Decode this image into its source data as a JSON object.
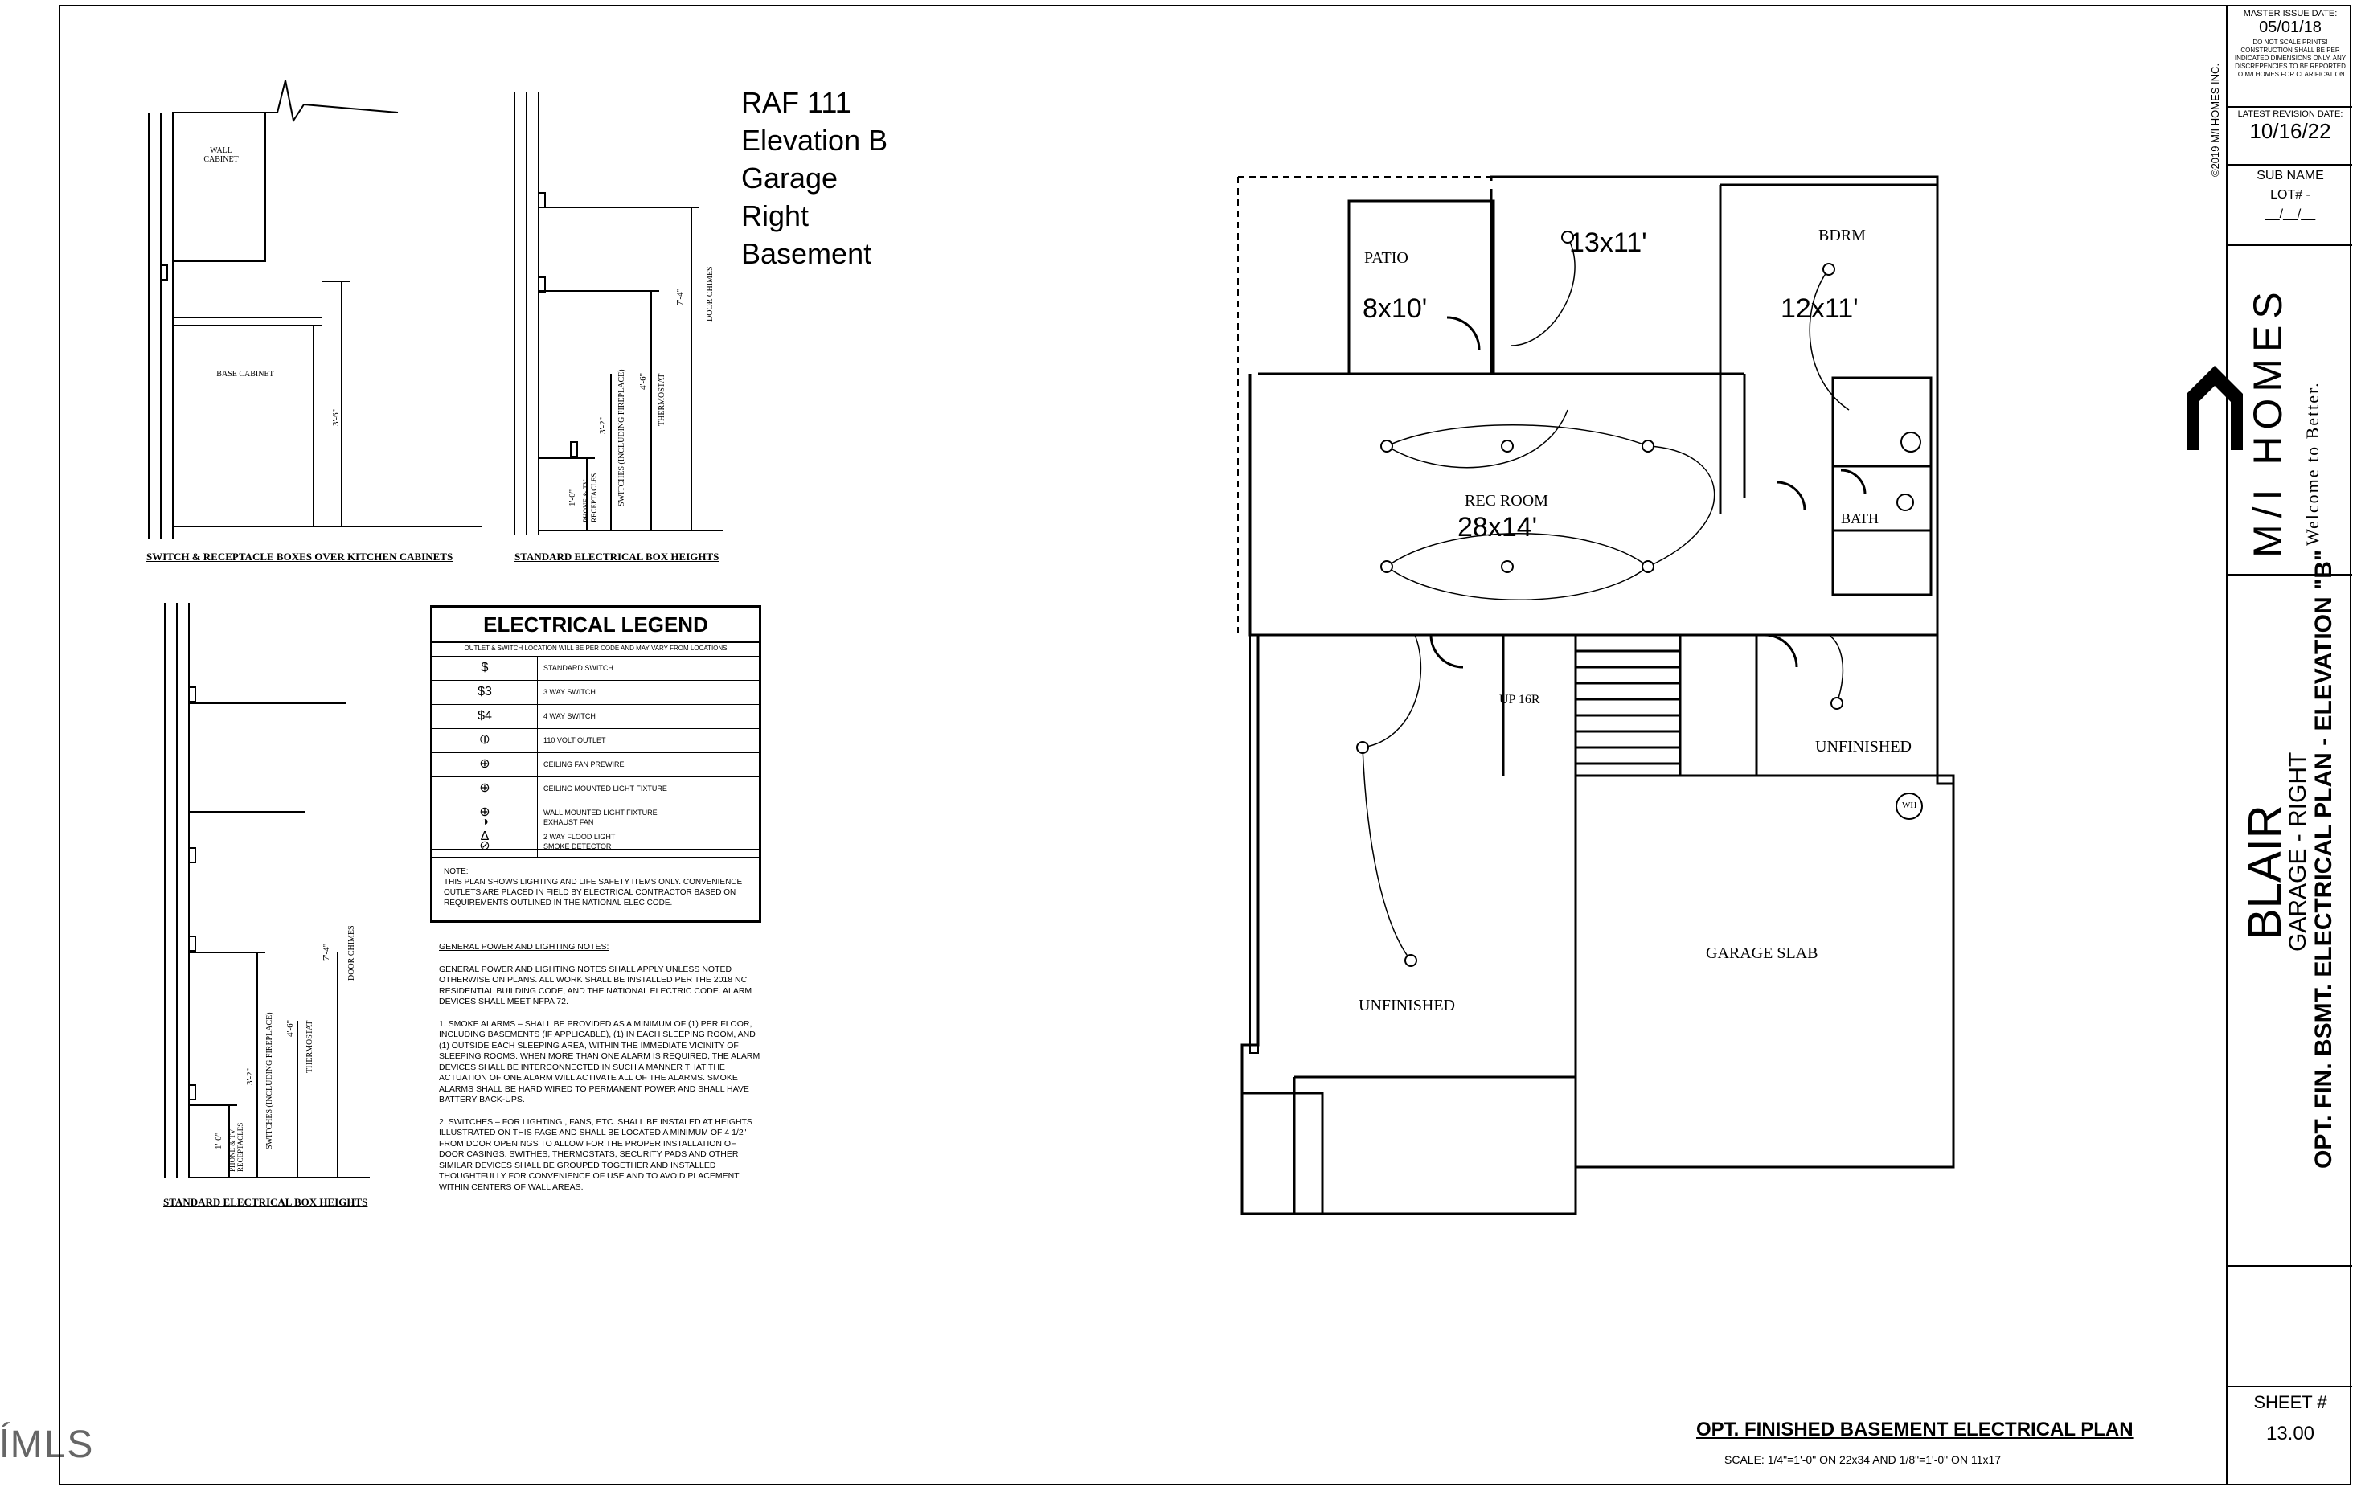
{
  "watermark": "ĺMLS",
  "raf_block": {
    "line1": "RAF 111",
    "line2": "Elevation B",
    "line3": "Garage",
    "line4": "Right",
    "line5": "Basement"
  },
  "details": {
    "kitchen_caption": "SWITCH & RECEPTACLE BOXES OVER KITCHEN CABINETS",
    "wall_cabinet": "WALL CABINET",
    "base_cabinet": "BASE CABINET",
    "kitchen_dim": "3'-6\"",
    "std_caption_top": "STANDARD ELECTRICAL BOX HEIGHTS",
    "std_caption_bottom": "STANDARD ELECTRICAL BOX HEIGHTS",
    "door_chimes": "DOOR CHIMES",
    "thermostat": "THERMOSTAT",
    "switches": "SWITCHES (INCLUDING FIREPLACE)",
    "phone_tv": "PHONE & TV RECEPTACLES",
    "dim_7_4": "7'-4\"",
    "dim_4_6": "4'-6\"",
    "dim_3_2": "3'-2\"",
    "dim_1_0": "1'-0\""
  },
  "legend": {
    "title": "ELECTRICAL LEGEND",
    "subtitle": "OUTLET & SWITCH LOCATION WILL BE PER CODE AND MAY VARY FROM LOCATIONS",
    "rows": [
      {
        "symbol": "$",
        "label": "STANDARD SWITCH"
      },
      {
        "symbol": "$3",
        "label": "3 WAY SWITCH"
      },
      {
        "symbol": "$4",
        "label": "4 WAY SWITCH"
      },
      {
        "symbol": "⦶",
        "label": "110 VOLT OUTLET"
      },
      {
        "symbol": "⊕",
        "label": "CEILING FAN PREWIRE"
      },
      {
        "symbol": "⊕",
        "label": "CEILING MOUNTED LIGHT FIXTURE"
      },
      {
        "symbol": "⊕",
        "label": "WALL MOUNTED LIGHT FIXTURE"
      },
      {
        "symbol": "∆",
        "label": "2 WAY FLOOD LIGHT"
      },
      {
        "symbol": "◑",
        "label": "EXHAUST FAN"
      },
      {
        "symbol": "⊘",
        "label": "SMOKE DETECTOR"
      }
    ],
    "note_head": "NOTE:",
    "note": "THIS PLAN SHOWS LIGHTING AND LIFE SAFETY ITEMS ONLY. CONVENIENCE OUTLETS ARE PLACED IN FIELD BY ELECTRICAL CONTRACTOR BASED ON REQUIREMENTS OUTLINED IN THE NATIONAL ELEC CODE."
  },
  "notes": {
    "heading": "GENERAL POWER AND LIGHTING NOTES:",
    "p1": "GENERAL POWER AND LIGHTING NOTES SHALL APPLY UNLESS NOTED OTHERWISE ON PLANS. ALL WORK SHALL BE INSTALLED PER THE 2018 NC RESIDENTIAL BUILDING CODE, AND THE NATIONAL ELECTRIC CODE. ALARM DEVICES SHALL MEET NFPA 72.",
    "p2": "1. SMOKE ALARMS – SHALL BE PROVIDED AS A MINIMUM OF (1) PER FLOOR, INCLUDING BASEMENTS (IF APPLICABLE), (1) IN EACH SLEEPING ROOM, AND (1) OUTSIDE EACH SLEEPING AREA, WITHIN THE IMMEDIATE VICINITY OF SLEEPING ROOMS. WHEN MORE THAN ONE ALARM IS REQUIRED, THE ALARM DEVICES SHALL BE INTERCONNECTED IN SUCH A MANNER THAT THE ACTUATION OF ONE ALARM WILL ACTIVATE ALL OF THE ALARMS. SMOKE ALARMS SHALL BE HARD WIRED TO PERMANENT POWER AND SHALL HAVE BATTERY BACK-UPS.",
    "p3": "2. SWITCHES – FOR LIGHTING , FANS, ETC. SHALL BE INSTALED AT HEIGHTS ILLUSTRATED ON THIS PAGE AND SHALL BE LOCATED A MINIMUM OF 4 1/2\" FROM DOOR OPENINGS TO ALLOW FOR THE PROPER INSTALLATION OF DOOR CASINGS. SWITHES, THERMOSTATS, SECURITY PADS AND OTHER SIMILAR DEVICES SHALL BE GROUPED TOGETHER AND INSTALLED THOUGHTFULLY FOR CONVENIENCE OF USE AND TO AVOID PLACEMENT WITHIN CENTERS OF WALL AREAS."
  },
  "plan": {
    "patio": "PATIO",
    "patio_size": "8x10'",
    "room_13x11": "13x11'",
    "bdrm": "BDRM",
    "bdrm_size": "12x11'",
    "rec_room": "REC ROOM",
    "rec_size": "28x14'",
    "bath": "BATH",
    "up": "UP 16R",
    "unfinished_right": "UNFINISHED",
    "unfinished_left": "UNFINISHED",
    "garage_slab": "GARAGE SLAB",
    "wh": "WH",
    "plan_title": "OPT. FINISHED BASEMENT ELECTRICAL PLAN",
    "scale": "SCALE: 1/4\"=1'-0\" ON 22x34 AND 1/8\"=1'-0\" ON 11x17"
  },
  "titleblock": {
    "copyright": "©2019 M/I HOMES INC.",
    "master_issue_label": "MASTER ISSUE DATE:",
    "master_issue_date": "05/01/18",
    "disclaimer": "DO NOT SCALE PRINTS! CONSTRUCTION SHALL BE PER INDICATED DIMENSIONS ONLY. ANY DISCREPENCIES TO BE REPORTED TO M/I HOMES FOR CLARIFICATION.",
    "latest_revision_label": "LATEST REVISION DATE:",
    "latest_revision_date": "10/16/22",
    "sub_name": "SUB NAME",
    "lot": "LOT# -",
    "date_blank": "__/__/__",
    "brand": "M/I HOMES",
    "tagline": "Welcome to Better.",
    "plan_name": "BLAIR",
    "garage": "GARAGE - RIGHT",
    "sheet_desc": "OPT. FIN. BSMT. ELECTRICAL PLAN - ELEVATION \"B\"",
    "sheet_label": "SHEET #",
    "sheet_no": "13.00"
  }
}
